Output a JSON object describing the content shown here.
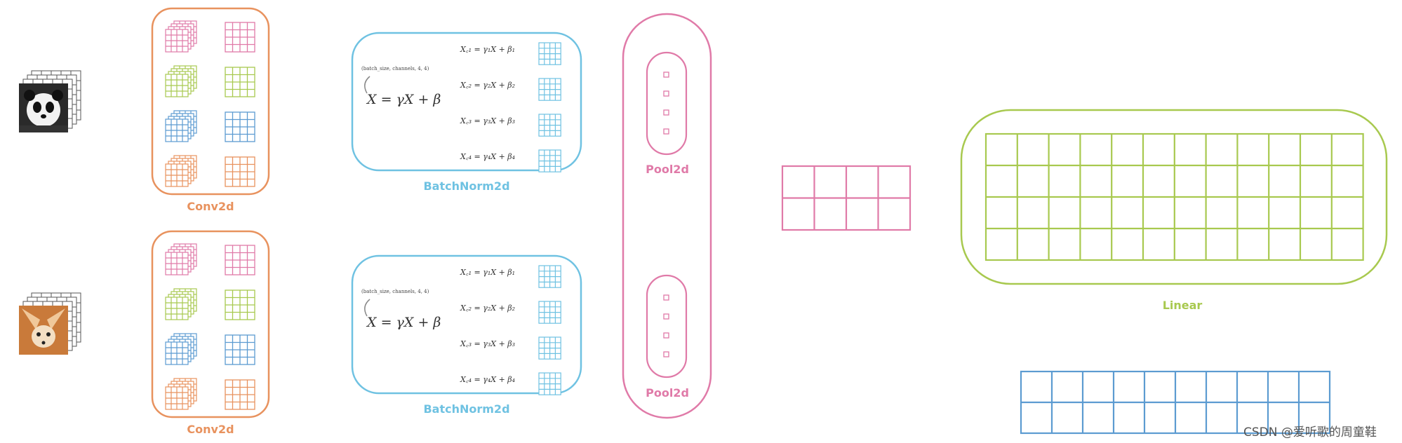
{
  "colors": {
    "conv": "#e8925e",
    "pink": "#e07aa8",
    "green": "#a8c94f",
    "blue": "#5c9bd1",
    "cyan": "#6fc2e2",
    "grid_dark": "#555555"
  },
  "images": {
    "panda": "panda-photo",
    "fox": "fennec-fox-photo"
  },
  "labels": {
    "conv_top": "Conv2d",
    "conv_bottom": "Conv2d",
    "bn_top": "BatchNorm2d",
    "bn_bottom": "BatchNorm2d",
    "pool_top": "Pool2d",
    "pool_bottom": "Pool2d",
    "linear": "Linear"
  },
  "batchnorm": {
    "shape_note": "(batch_size, channels, 4, 4)",
    "main_formula": "X = γX + β",
    "channel_formulas": [
      "X꜀₁ = γ₁X + β₁",
      "X꜀₂ = γ₂X + β₂",
      "X꜀₃ = γ₃X + β₃",
      "X꜀₄ = γ₄X + β₄"
    ]
  },
  "watermark": "CSDN @爱听歌的周童鞋"
}
